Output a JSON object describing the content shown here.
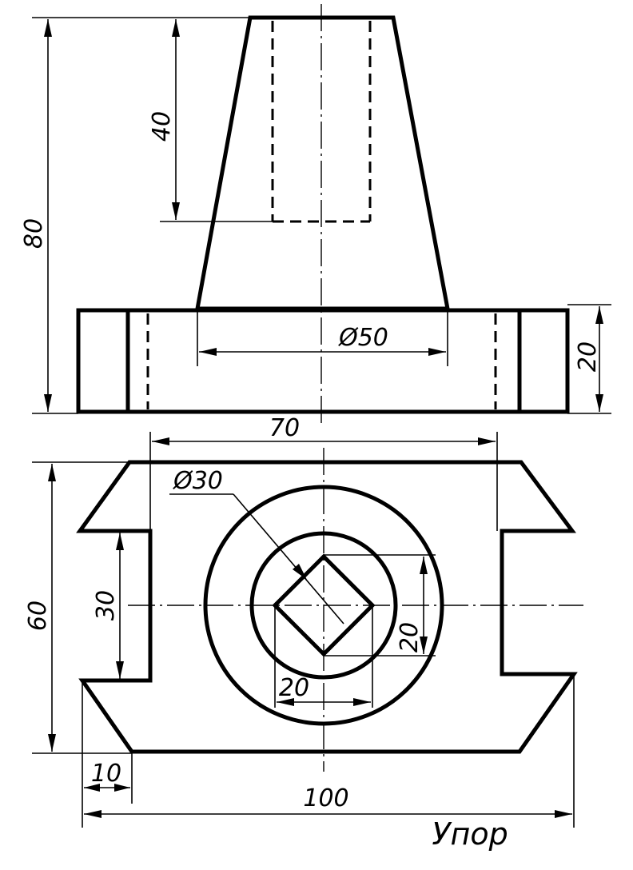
{
  "drawing": {
    "title": "Упор",
    "dimensions": {
      "total_height": "80",
      "bore_depth": "40",
      "top_diameter": "Ø50",
      "flange_height": "20",
      "width_70": "70",
      "plan_depth": "60",
      "slot_height": "30",
      "circle_diameter": "Ø30",
      "square_height": "20",
      "square_width": "20",
      "chamfer": "10",
      "overall_width": "100"
    }
  }
}
